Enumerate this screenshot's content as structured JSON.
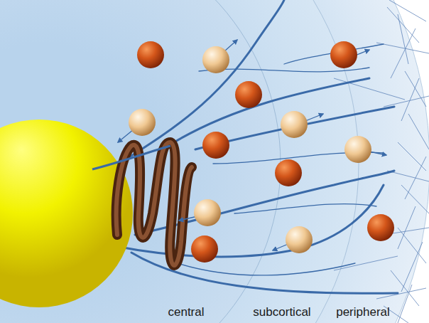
{
  "diagram": {
    "labels": [
      "central",
      "subcortical",
      "peripheral"
    ]
  }
}
